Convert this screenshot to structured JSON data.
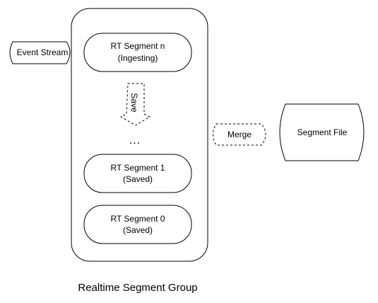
{
  "diagram": {
    "event_stream": "Event Stream",
    "segment_n": {
      "name": "RT Segment n",
      "state": "(Ingesting)"
    },
    "save_label": "Save",
    "ellipsis": "...",
    "segment_1": {
      "name": "RT Segment 1",
      "state": "(Saved)"
    },
    "segment_0": {
      "name": "RT Segment 0",
      "state": "(Saved)"
    },
    "merge_label": "Merge",
    "segment_file": "Segment File",
    "group_caption": "Realtime Segment Group"
  }
}
